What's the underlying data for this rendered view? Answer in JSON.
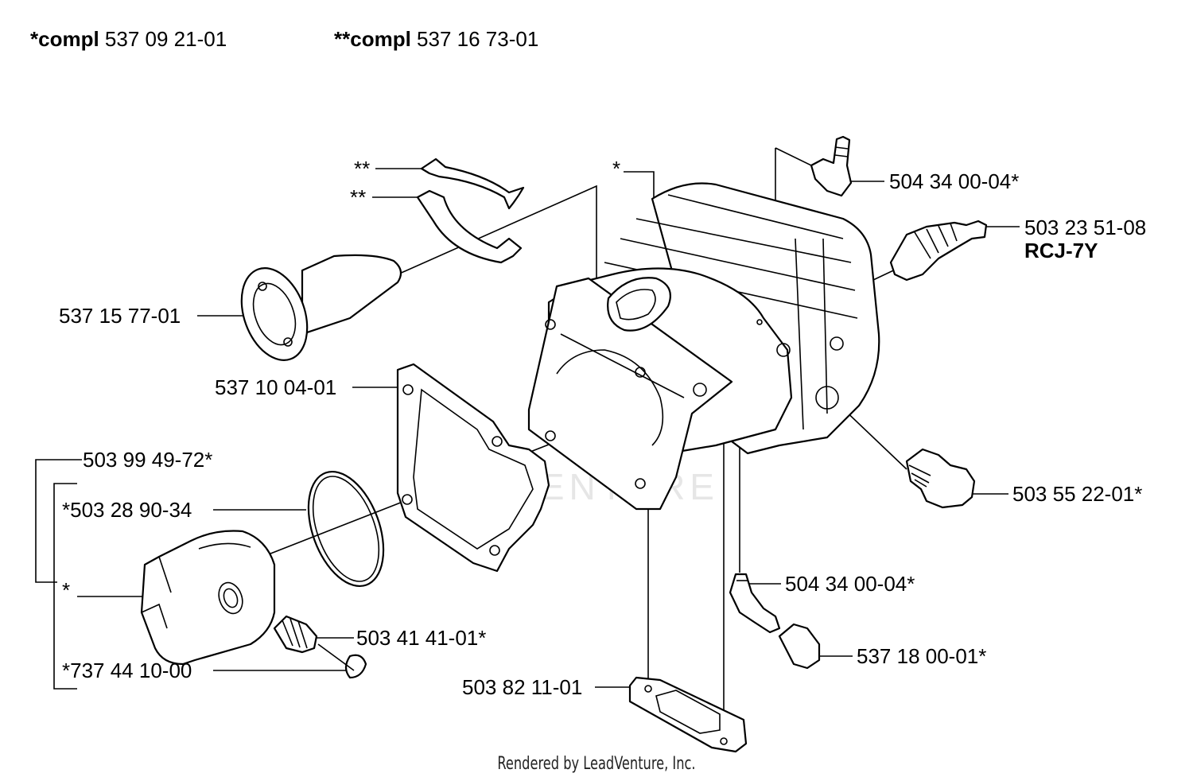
{
  "header": {
    "compl1_prefix": "*compl",
    "compl1_number": "537 09 21-01",
    "compl2_prefix": "**compl",
    "compl2_number": "537 16 73-01"
  },
  "labels": {
    "clamp_upper": "**",
    "clamp_lower": "**",
    "cylinder": "*",
    "fitting_top": "504 34 00-04*",
    "spark_plug": "503 23 51-08",
    "spark_plug_type": "RCJ-7Y",
    "intake": "537 15 77-01",
    "gasket": "537 10 04-01",
    "piston_kit": "503 99 49-72*",
    "ring": "*503 28 90-34",
    "piston": "*",
    "bearing": "503 41 41-01*",
    "circlip": "*737 44 10-00",
    "plug_screw": "503 55 22-01*",
    "fitting_bottom": "504 34 00-04*",
    "cap": "537 18 00-01*",
    "base_gasket": "503 82 11-01"
  },
  "watermark": "LEADVENTURE",
  "footer": "Rendered by LeadVenture, Inc."
}
